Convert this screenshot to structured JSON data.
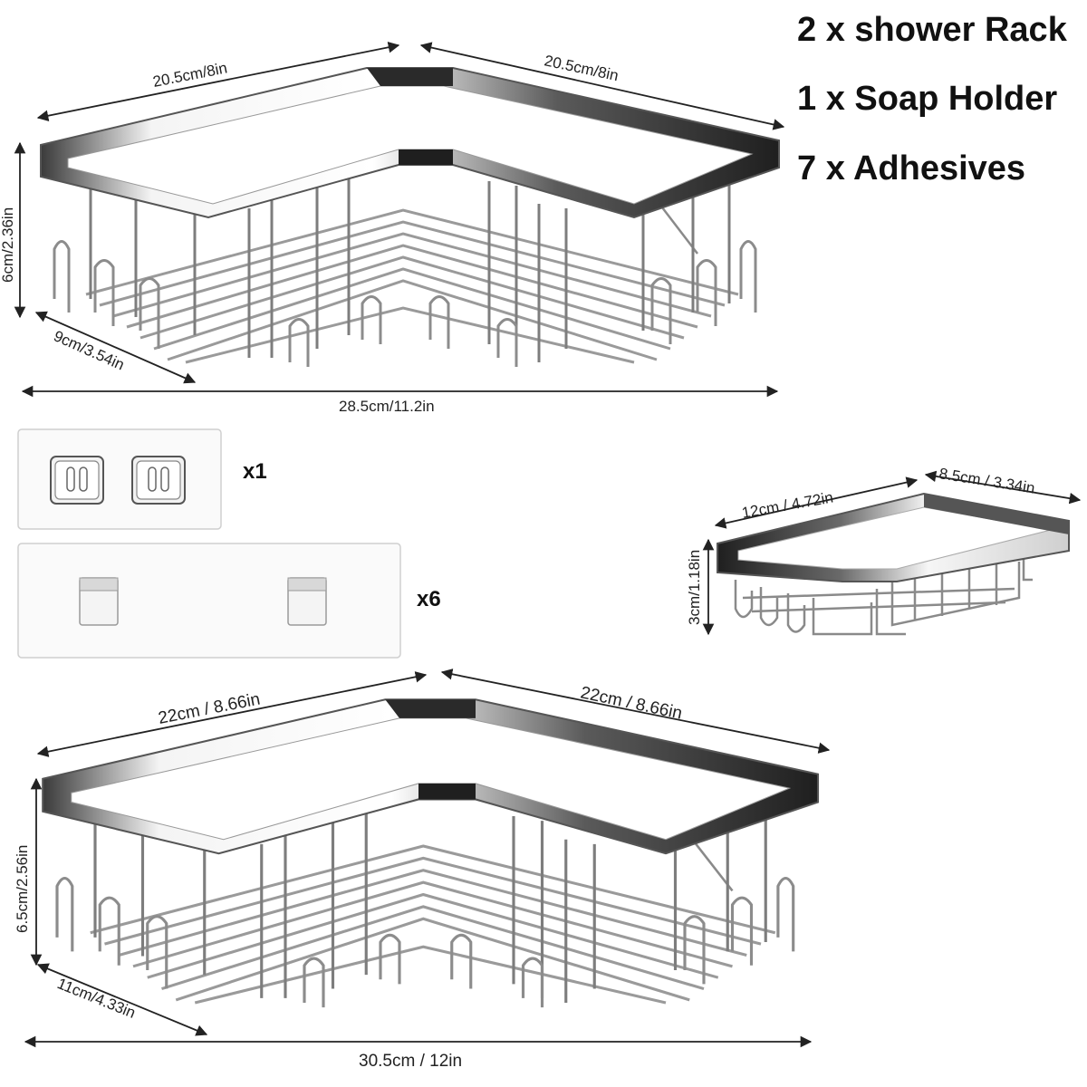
{
  "package": {
    "line1": "2 x shower Rack",
    "line2": "1 x Soap Holder",
    "line3": "7 x Adhesives"
  },
  "small_rack": {
    "width_left": "20.5cm/8in",
    "width_right": "20.5cm/8in",
    "height": "6cm/2.36in",
    "depth": "9cm/3.54in",
    "length": "28.5cm/11.2in"
  },
  "large_rack": {
    "width_left": "22cm / 8.66in",
    "width_right": "22cm / 8.66in",
    "height": "6.5cm/2.56in",
    "depth": "11cm/4.33in",
    "length": "30.5cm / 12in"
  },
  "soap_holder": {
    "width": "12cm / 4.72in",
    "depth": "8.5cm / 3.34in",
    "height": "3cm/1.18in"
  },
  "adhesives": {
    "hook_pad_qty": "x1",
    "strip_pad_qty": "x6"
  },
  "colors": {
    "metal_dark": "#2b2b2b",
    "metal_light": "#e9e9e9",
    "wire": "#8a8a8a",
    "dim_line": "#222222",
    "pad_border": "#cfcfcf"
  }
}
